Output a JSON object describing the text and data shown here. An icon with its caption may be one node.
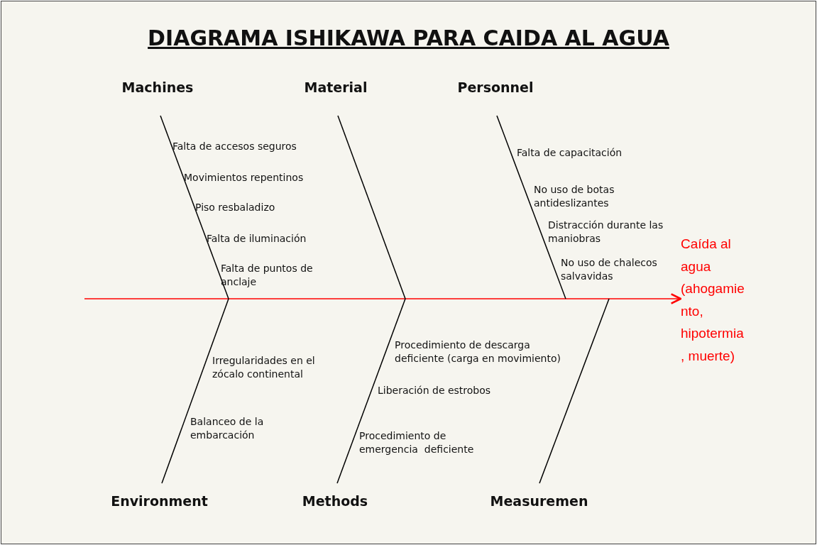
{
  "diagram": {
    "title": "DIAGRAMA ISHIKAWA PARA CAIDA AL AGUA",
    "nodes": [
      {
        "text": [
          "Machines"
        ]
      },
      {
        "text": [
          "Material"
        ]
      },
      {
        "text": [
          "Personnel"
        ]
      },
      {
        "text": [
          "Environment"
        ]
      },
      {
        "text": [
          "Methods"
        ]
      },
      {
        "text": [
          "Measuremen"
        ]
      },
      {
        "text": [
          "Caída al agua (ahogamiento, hipotermia, muerte)"
        ]
      }
    ],
    "edges": [
      {
        "from": null,
        "to": 6,
        "arrow": "to",
        "color": "#ff0000"
      },
      {
        "from": 0,
        "to": null,
        "arrow": "none"
      },
      {
        "from": 1,
        "to": null,
        "arrow": "none"
      },
      {
        "from": 2,
        "to": null,
        "arrow": "none"
      },
      {
        "from": 3,
        "to": null,
        "arrow": "none"
      },
      {
        "from": 4,
        "to": null,
        "arrow": "none"
      },
      {
        "from": 5,
        "to": null,
        "arrow": "none"
      }
    ],
    "labels": [
      "Falta de accesos seguros",
      "Movimientos repentinos",
      "Piso resbaladizo",
      "Falta de iluminación",
      "Falta de puntos de anclaje",
      "Falta de capacitación",
      "No uso de botas antideslizantes",
      "Distracción durante las maniobras",
      "No uso de chalecos salvavidas",
      "Irregularidades en el zócalo continental",
      "Procedimiento de descarga deficiente (carga en movimiento)",
      "Liberación de estrobos",
      "Balanceo de la embarcación",
      "Procedimiento de emergencia  deficiente"
    ]
  }
}
